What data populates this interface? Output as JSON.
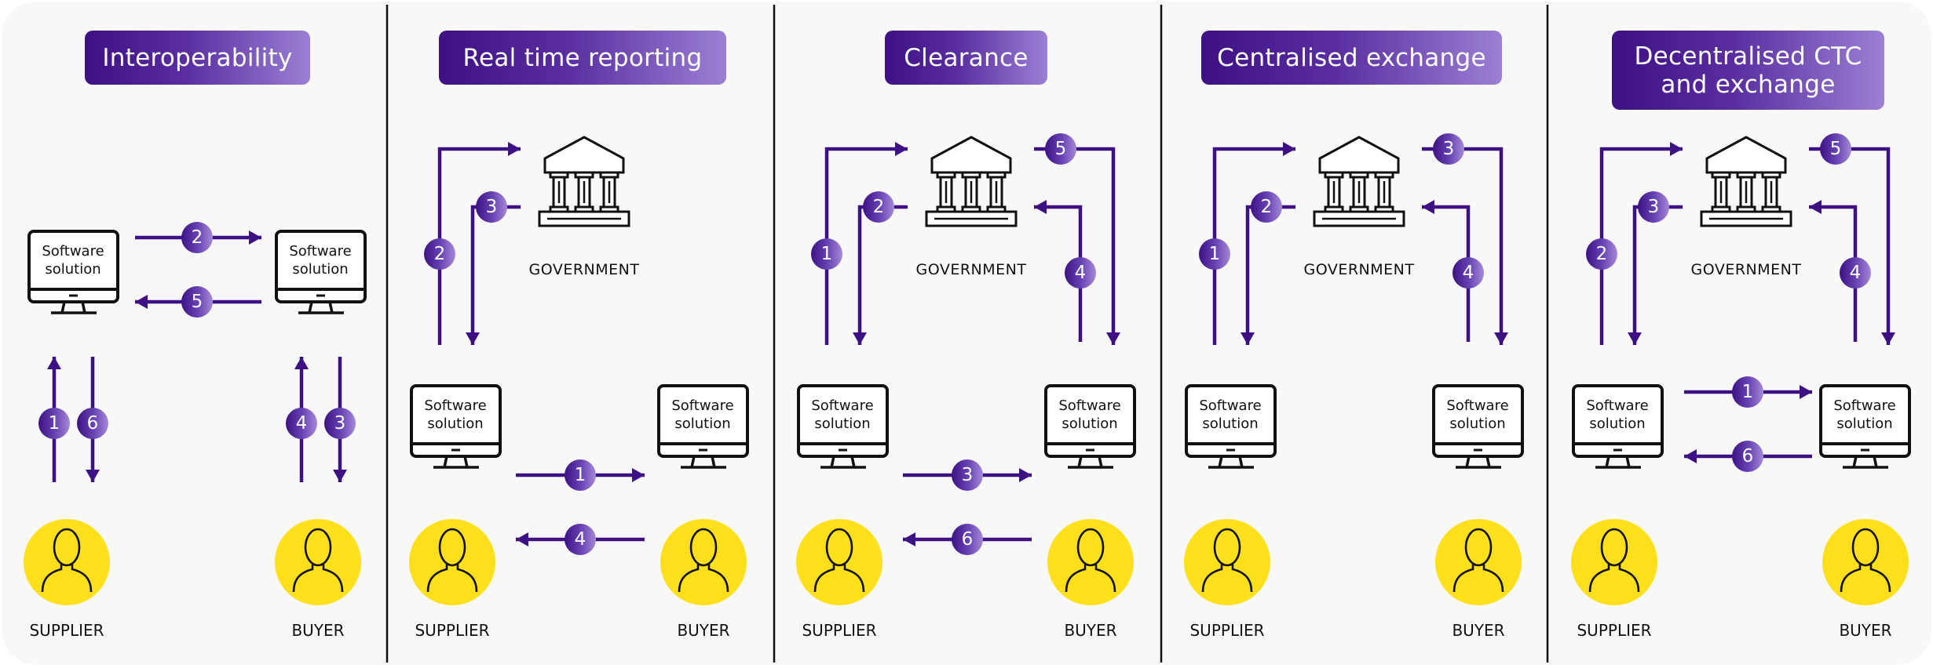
{
  "colors": {
    "accent": "#3d1184",
    "accent_light": "#a58ad8",
    "person": "#FFE01B",
    "background": "#f8f8f8",
    "line": "#111111"
  },
  "common": {
    "software_label_line1": "Software",
    "software_label_line2": "solution",
    "supplier": "SUPPLIER",
    "buyer": "BUYER",
    "government": "GOVERNMENT"
  },
  "panels": [
    {
      "title": "Interoperability",
      "has_government": false,
      "flows": [
        {
          "step": "1",
          "from": "supplier",
          "to": "supplier-software"
        },
        {
          "step": "2",
          "from": "supplier-software",
          "to": "buyer-software"
        },
        {
          "step": "3",
          "from": "buyer-software",
          "to": "buyer"
        },
        {
          "step": "4",
          "from": "buyer",
          "to": "buyer-software"
        },
        {
          "step": "5",
          "from": "buyer-software",
          "to": "supplier-software"
        },
        {
          "step": "6",
          "from": "supplier-software",
          "to": "supplier"
        }
      ]
    },
    {
      "title": "Real time reporting",
      "has_government": true,
      "flows": [
        {
          "step": "1",
          "from": "supplier-software",
          "to": "buyer-software"
        },
        {
          "step": "2",
          "from": "supplier-software",
          "to": "government"
        },
        {
          "step": "3",
          "from": "government",
          "to": "supplier-software"
        },
        {
          "step": "4",
          "from": "buyer",
          "to": "supplier"
        }
      ]
    },
    {
      "title": "Clearance",
      "has_government": true,
      "flows": [
        {
          "step": "1",
          "from": "supplier-software",
          "to": "government"
        },
        {
          "step": "2",
          "from": "government",
          "to": "supplier-software"
        },
        {
          "step": "3",
          "from": "supplier-software",
          "to": "buyer-software"
        },
        {
          "step": "4",
          "from": "buyer-software",
          "to": "government"
        },
        {
          "step": "5",
          "from": "government",
          "to": "buyer-software"
        },
        {
          "step": "6",
          "from": "buyer",
          "to": "supplier"
        }
      ]
    },
    {
      "title": "Centralised exchange",
      "has_government": true,
      "flows": [
        {
          "step": "1",
          "from": "supplier-software",
          "to": "government"
        },
        {
          "step": "2",
          "from": "government",
          "to": "supplier-software"
        },
        {
          "step": "3",
          "from": "government",
          "to": "buyer-software"
        },
        {
          "step": "4",
          "from": "buyer-software",
          "to": "government"
        }
      ]
    },
    {
      "title": "Decentralised CTC and exchange",
      "title_lines": [
        "Decentralised CTC",
        "and exchange"
      ],
      "has_government": true,
      "flows": [
        {
          "step": "1",
          "from": "supplier-software",
          "to": "buyer-software"
        },
        {
          "step": "2",
          "from": "supplier-software",
          "to": "government"
        },
        {
          "step": "3",
          "from": "government",
          "to": "supplier-software"
        },
        {
          "step": "4",
          "from": "buyer-software",
          "to": "government"
        },
        {
          "step": "5",
          "from": "government",
          "to": "buyer-software"
        },
        {
          "step": "6",
          "from": "buyer-software",
          "to": "supplier-software"
        }
      ]
    }
  ]
}
